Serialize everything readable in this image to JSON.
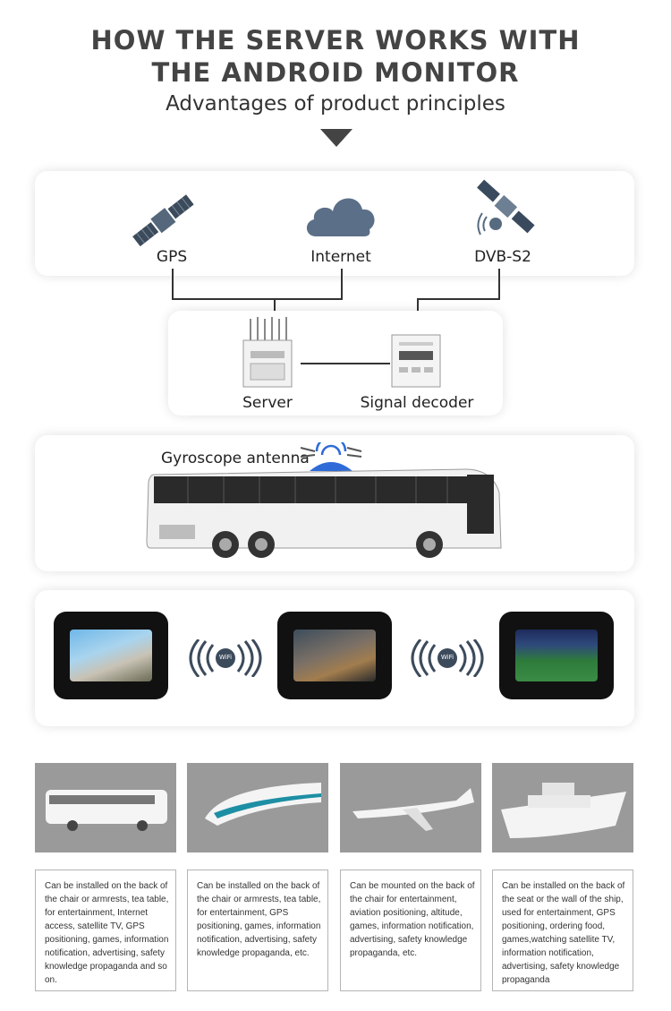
{
  "header": {
    "title_line1": "HOW THE SERVER WORKS WITH",
    "title_line2": "THE ANDROID MONITOR",
    "subtitle": "Advantages of product principles"
  },
  "sources": {
    "gps": "GPS",
    "internet": "Internet",
    "dvb": "DVB-S2"
  },
  "hardware": {
    "server": "Server",
    "decoder": "Signal decoder"
  },
  "bus": {
    "antenna_label": "Gyroscope antenna"
  },
  "monitors": {
    "wifi_label": "WiFi"
  },
  "applications": [
    {
      "icon": "bus-icon",
      "text": "Can be installed on the back of the chair or armrests, tea table, for entertainment, Internet access, satellite TV, GPS positioning, games, information notification, advertising, safety knowledge propaganda and so on."
    },
    {
      "icon": "train-icon",
      "text": "Can be installed on the back of the chair or armrests, tea table, for entertainment, GPS positioning, games, information notification, advertising, safety knowledge propaganda, etc."
    },
    {
      "icon": "airplane-icon",
      "text": "Can be mounted on the back of the chair for entertainment, aviation positioning, altitude, games, information notification, advertising, safety knowledge propaganda, etc."
    },
    {
      "icon": "ship-icon",
      "text": "Can be installed on the back of the seat or the wall of the ship, used for entertainment, GPS positioning, ordering food, games,watching satellite TV, information notification, advertising, safety knowledge propaganda"
    }
  ]
}
